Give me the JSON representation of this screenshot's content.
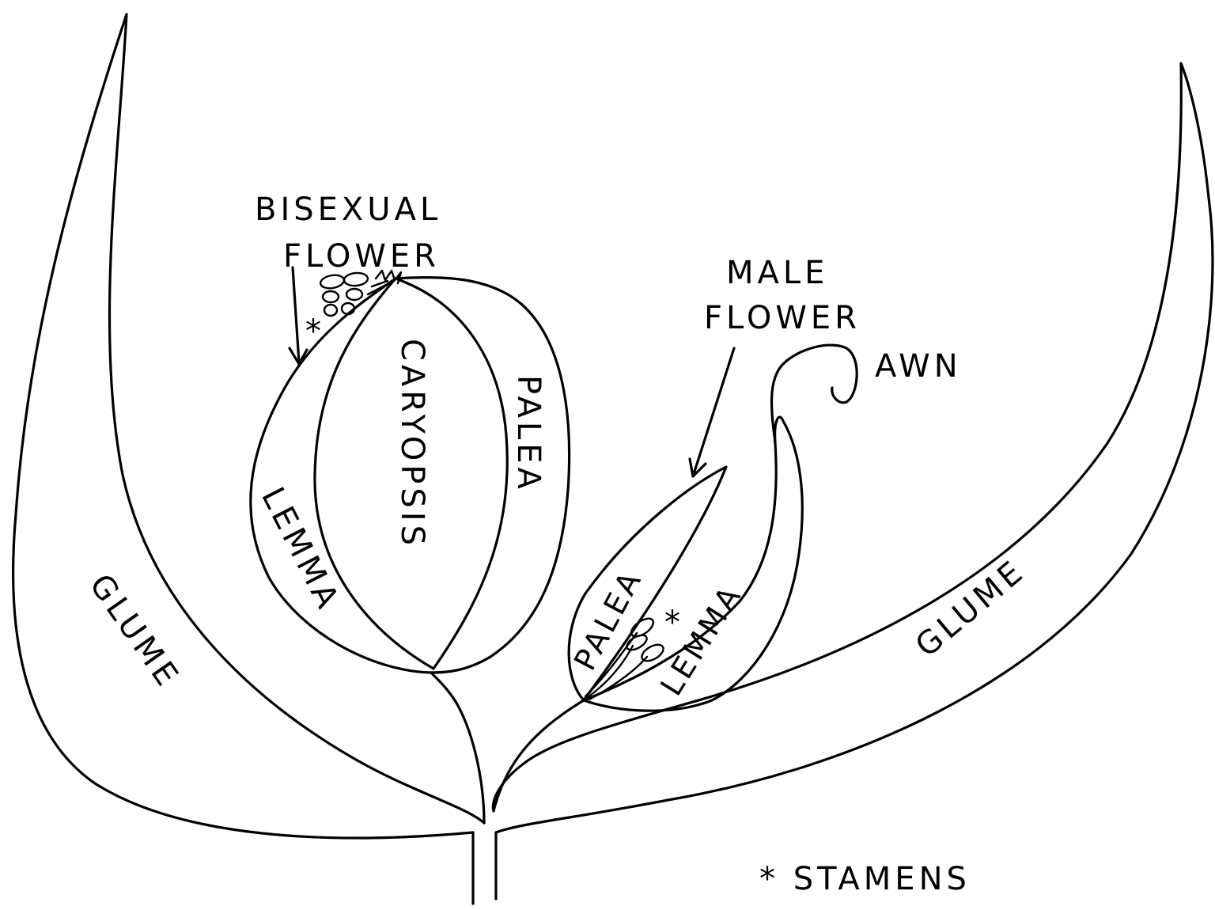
{
  "labels": {
    "bisexual_line1": "BISEXUAL",
    "bisexual_line2": "FLOWER",
    "male_line1": "MALE",
    "male_line2": "FLOWER",
    "awn": "AWN",
    "caryopsis": "CARYOPSIS",
    "palea_left": "PALEA",
    "lemma_left": "LEMMA",
    "glume_left": "GLUME",
    "palea_right": "PALEA",
    "lemma_right": "LEMMA",
    "glume_right": "GLUME",
    "stamen_mark_left": "*",
    "stamen_mark_right": "*",
    "legend": "* STAMENS"
  },
  "colors": {
    "line": "#000000",
    "background": "#ffffff"
  }
}
